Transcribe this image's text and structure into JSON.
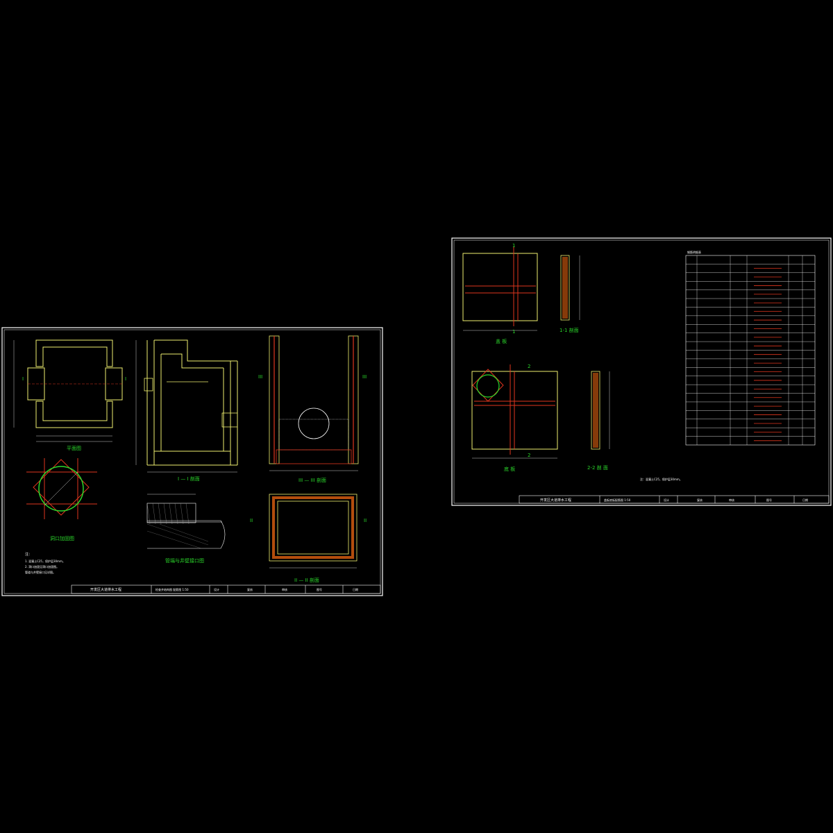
{
  "sheet1": {
    "views": {
      "plan": "平面图",
      "section_1": "I — I 剖面",
      "section_2": "II — II 剖面",
      "section_3": "III — III 剖面",
      "opening": "洞口加固图",
      "joint": "管端与井壁接口图"
    },
    "markers": {
      "I": "I",
      "II": "II",
      "III": "III"
    },
    "notes": {
      "title": "注：",
      "lines": [
        "1. 混凝土C25，保护层30mm。",
        "2. 洞口加固见洞口加固图。",
        "   管道与井壁接口见详图。"
      ]
    },
    "titleblock": {
      "project": "开发区大道排水工程",
      "drawing": "检查井结构图  配筋图   1:50",
      "design": "设计",
      "check": "复核",
      "review": "审核",
      "drawing_no": "图号",
      "date": "日期"
    }
  },
  "sheet2": {
    "views": {
      "plan_a": "盖 板",
      "plan_b": "底 板",
      "section_1": "1-1 剖面",
      "section_2": "2-2 剖 面"
    },
    "markers": {
      "one": "1",
      "two": "2"
    },
    "table_title": "钢筋明细表",
    "note": "注：混凝土C25，保护层30mm。",
    "titleblock": {
      "project": "开发区大道排水工程",
      "drawing": "盖板底板配筋图   1:50",
      "design": "设计",
      "check": "复核",
      "review": "审核",
      "drawing_no": "图号",
      "date": "日期"
    }
  },
  "colors": {
    "background": "#000000",
    "frame": "#ffffff",
    "structure": "#f0f070",
    "rebar": "#e0361e",
    "label": "#2bd82b",
    "dimension": "#ffffff",
    "fill": "#e06010"
  }
}
